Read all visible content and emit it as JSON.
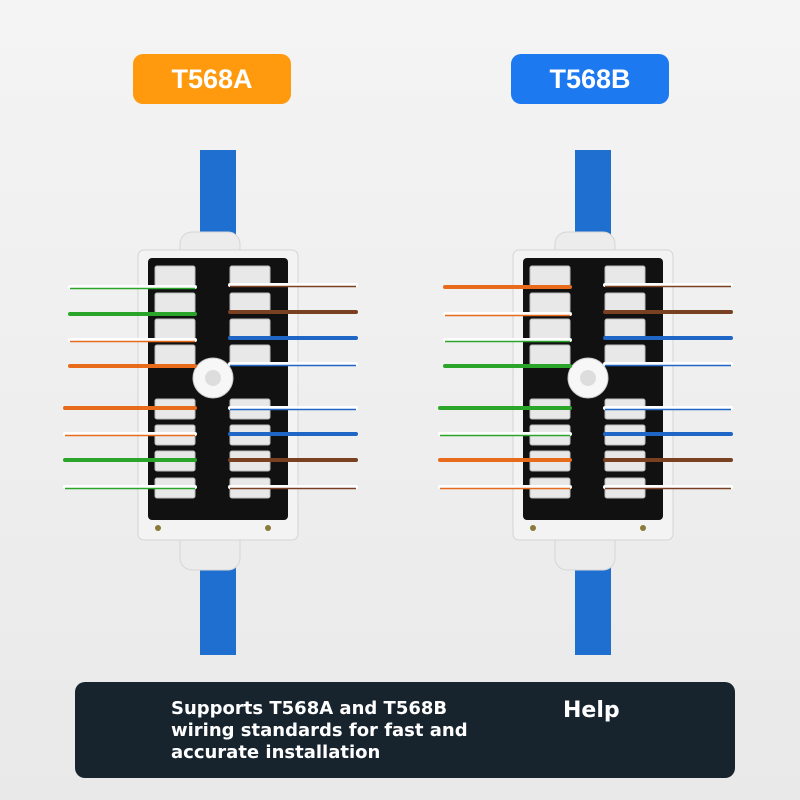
{
  "badges": {
    "a": {
      "label": "T568A",
      "color": "#ff9a0e"
    },
    "b": {
      "label": "T568B",
      "color": "#1c79f0"
    }
  },
  "footer": {
    "text": "Supports T568A and T568B wiring standards for fast and accurate installation",
    "help_label": "Help"
  },
  "wiring": {
    "a": {
      "left_top": [
        "#ffffff-green",
        "#2aa52a",
        "#ffffff-orange",
        "#e86b1c"
      ],
      "left_bottom": [
        "#e86b1c",
        "#ffffff-orange",
        "#2aa52a",
        "#ffffff-green"
      ],
      "right_top": [
        "#ffffff-brown",
        "#7a4022",
        "#1f66c6",
        "#ffffff-blue"
      ],
      "right_bottom": [
        "#ffffff-blue",
        "#1f66c6",
        "#7a4022",
        "#ffffff-brown"
      ]
    },
    "b": {
      "left_top": [
        "#e86b1c",
        "#ffffff-orange",
        "#ffffff-green",
        "#2aa52a"
      ],
      "left_bottom": [
        "#2aa52a",
        "#ffffff-green",
        "#e86b1c",
        "#ffffff-orange"
      ],
      "right_top": [
        "#ffffff-brown",
        "#7a4022",
        "#1f66c6",
        "#ffffff-blue"
      ],
      "right_bottom": [
        "#ffffff-blue",
        "#1f66c6",
        "#7a4022",
        "#ffffff-brown"
      ]
    }
  },
  "colors": {
    "cable": "#1f6fd0",
    "housing": "#f3f3f3",
    "footer_bg": "#17242e"
  }
}
